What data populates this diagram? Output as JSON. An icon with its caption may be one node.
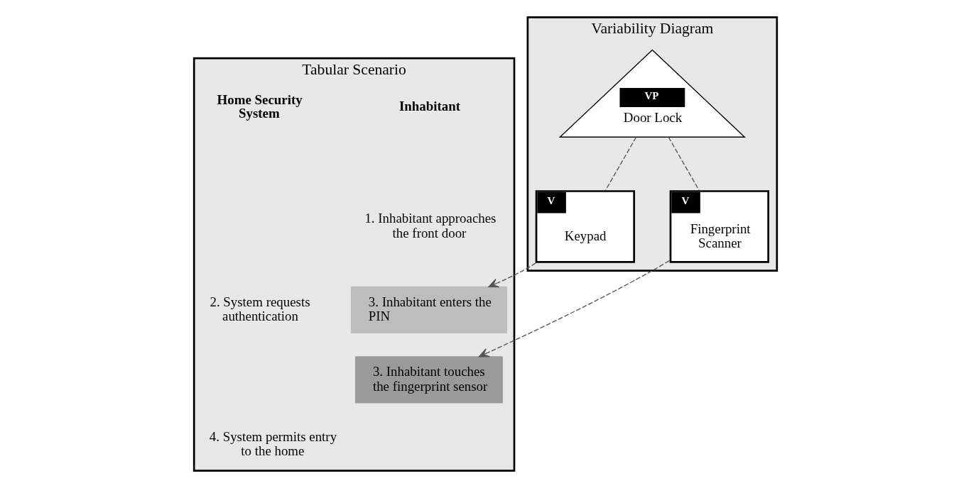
{
  "diagram": {
    "nodes": [
      {
        "text": [
          "Tabular Scenario"
        ]
      },
      {
        "text": [
          "3. Inhabitant enters the PIN"
        ],
        "in": 0
      },
      {
        "text": [
          "3. Inhabitant touches the fingerprint sensor"
        ],
        "in": 0
      },
      {
        "text": [
          "Variability Diagram"
        ]
      },
      {
        "text": [
          "VP",
          "Door Lock"
        ],
        "in": 3
      },
      {
        "text": [
          "V",
          "Keypad"
        ],
        "in": 3
      },
      {
        "text": [
          "V",
          "Fingerprint Scanner"
        ],
        "in": 3
      }
    ],
    "edges": [
      {
        "from": 4,
        "to": 5,
        "arrow": "none",
        "style": "dashed"
      },
      {
        "from": 4,
        "to": 6,
        "arrow": "none",
        "style": "dashed"
      },
      {
        "from": 5,
        "to": 1,
        "arrow": "to",
        "style": "dashed"
      },
      {
        "from": 6,
        "to": 2,
        "arrow": "to",
        "style": "dashed"
      }
    ],
    "labels": [
      "Inhabitant",
      "Home Security System",
      "1. Inhabitant approaches the front door",
      "2. System requests authentication",
      "4. System permits entry to the home"
    ]
  }
}
